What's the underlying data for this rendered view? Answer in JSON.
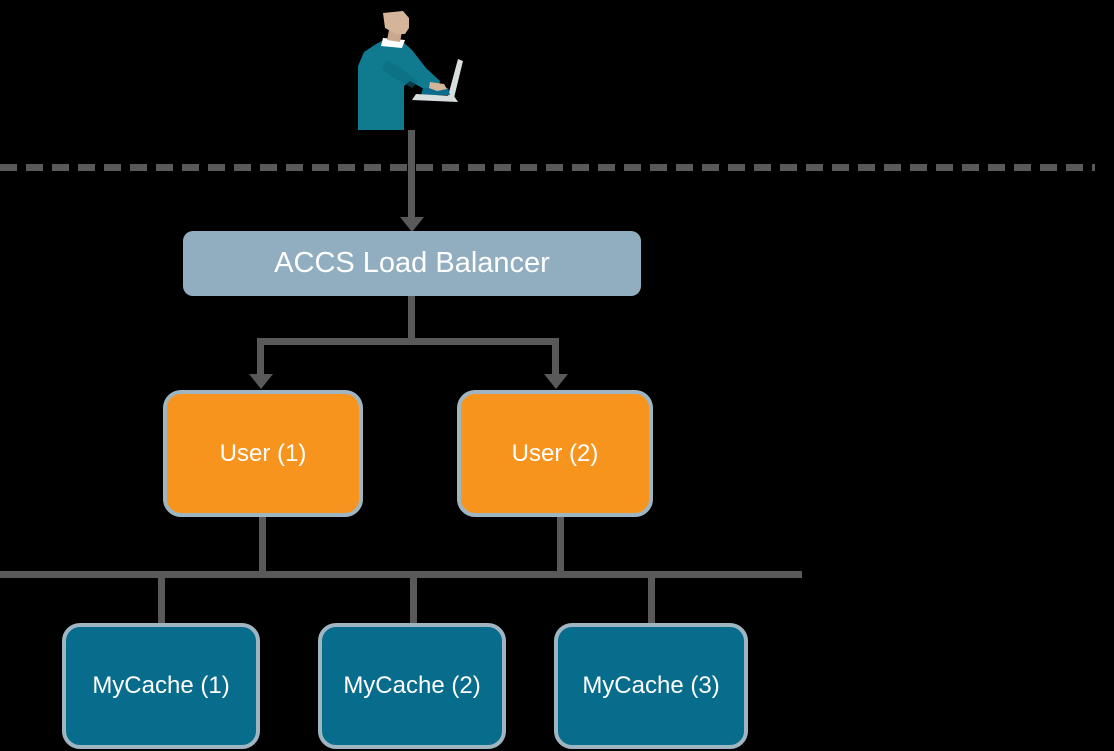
{
  "diagram": {
    "description": "ACCS Load Balancer topology diagram",
    "person_icon": "person-at-laptop",
    "nodes": {
      "load_balancer": {
        "label": "ACCS Load Balancer"
      },
      "users": [
        {
          "label": "User (1)"
        },
        {
          "label": "User (2)"
        }
      ],
      "caches": [
        {
          "label": "MyCache (1)"
        },
        {
          "label": "MyCache (2)"
        },
        {
          "label": "MyCache (3)"
        }
      ]
    },
    "colors": {
      "background": "#000000",
      "connector": "#595959",
      "load_balancer_fill": "#90AEC0",
      "user_fill": "#F7941E",
      "cache_fill": "#086D8C",
      "node_border": "#9FB6C2",
      "text": "#FFFFFF",
      "sweater": "#107A8F",
      "skin": "#D5B59A",
      "laptop": "#D8DDDE"
    }
  }
}
